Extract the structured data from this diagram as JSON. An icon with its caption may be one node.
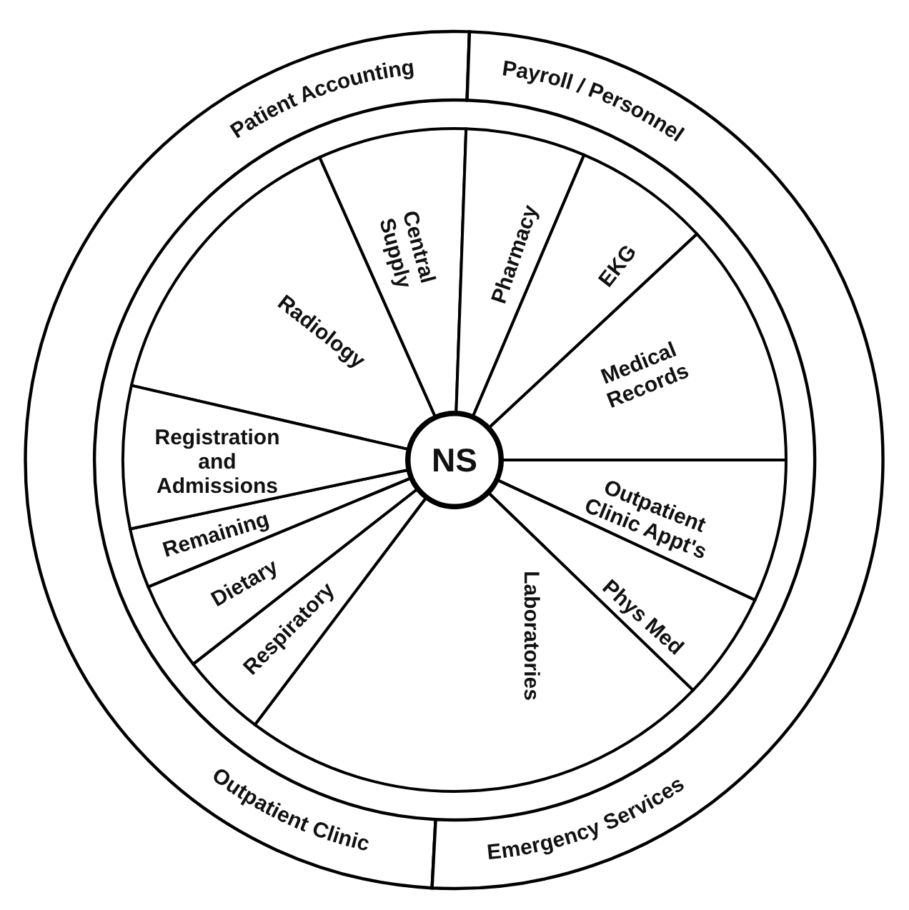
{
  "diagram": {
    "nodes": [
      {
        "text": [
          "Patient Accounting",
          "Outpatient Clinic"
        ]
      },
      {
        "text": [
          "Payroll / Personnel",
          "Emergency Services"
        ]
      },
      {
        "text": [
          "Radiology"
        ]
      },
      {
        "text": [
          "Central Supply"
        ]
      },
      {
        "text": [
          "Pharmacy"
        ]
      },
      {
        "text": [
          "EKG"
        ]
      },
      {
        "text": [
          "Medical Records"
        ]
      },
      {
        "text": [
          "Outpatient Clinic Appt's"
        ]
      },
      {
        "text": [
          "Phys Med"
        ]
      },
      {
        "text": [
          "Laboratories"
        ]
      },
      {
        "text": [
          "Respiratory"
        ]
      },
      {
        "text": [
          "Dietary"
        ]
      },
      {
        "text": [
          "Remaining"
        ]
      },
      {
        "text": [
          "Registration and Admissions"
        ]
      },
      {
        "text": [
          "NS"
        ]
      }
    ]
  }
}
